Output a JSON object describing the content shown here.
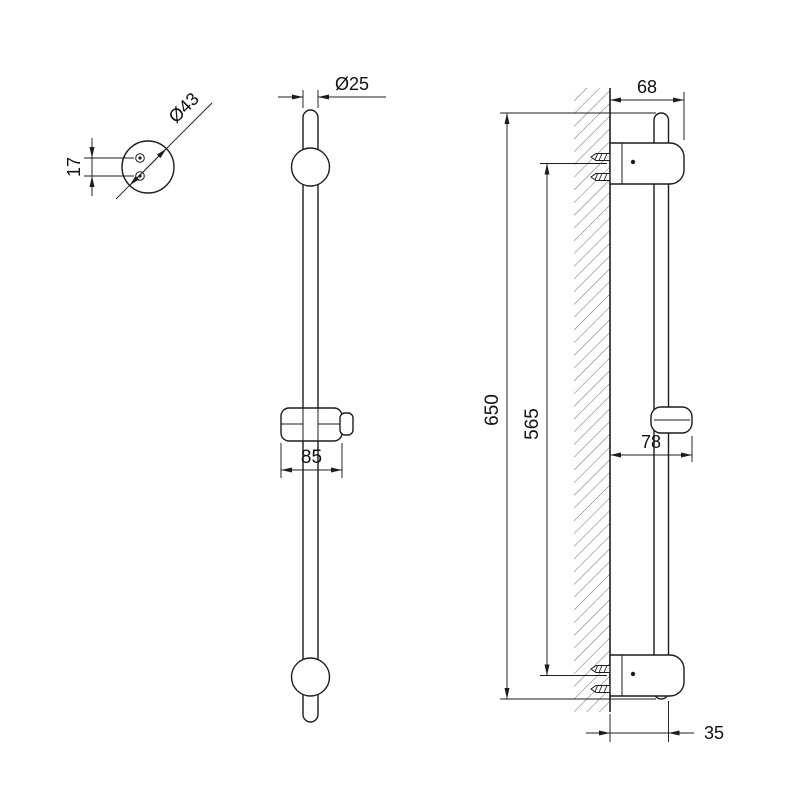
{
  "drawing": {
    "background_color": "#ffffff",
    "line_color": "#1d1d1d",
    "detail_view": {
      "diameter_label": "Ø43",
      "hole_spacing_label": "17"
    },
    "front_view": {
      "bar_diameter_label": "Ø25",
      "slider_bracket_width_label": "85"
    },
    "side_view": {
      "top_bracket_depth_label": "68",
      "bar_length_label": "650",
      "mounting_distance_label": "565",
      "slider_depth_label": "78",
      "bottom_offset_label": "35"
    }
  }
}
